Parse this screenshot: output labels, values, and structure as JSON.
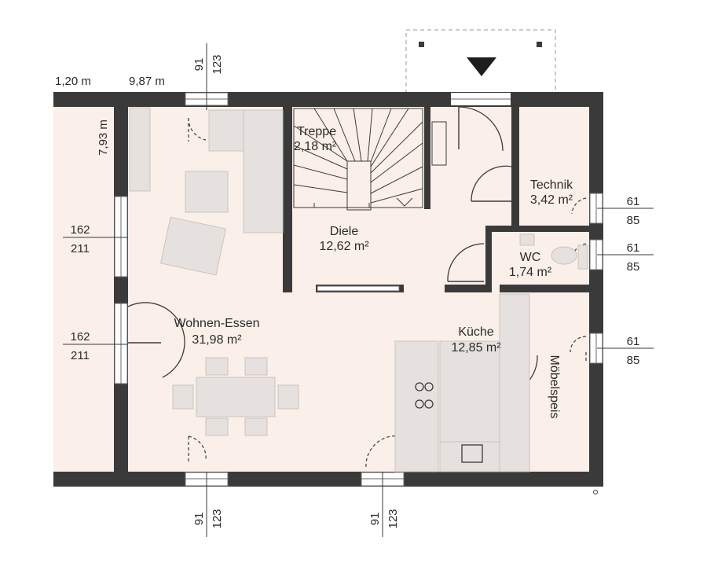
{
  "rooms": {
    "treppe": {
      "name": "Treppe",
      "area": "2,18 m²"
    },
    "diele": {
      "name": "Diele",
      "area": "12,62 m²"
    },
    "technik": {
      "name": "Technik",
      "area": "3,42 m²"
    },
    "wc": {
      "name": "WC",
      "area": "1,74 m²"
    },
    "wohnen": {
      "name": "Wohnen-Essen",
      "area": "31,98 m²"
    },
    "kueche": {
      "name": "Küche",
      "area": "12,85 m²"
    },
    "moebelspeis": {
      "name": "Möbelspeis"
    }
  },
  "dimensions": {
    "top_left_width": "1,20 m",
    "top_total_width": "9,87 m",
    "side_depth": "7,93 m",
    "top_window_a": "91",
    "top_window_b": "123",
    "left_window_1_a": "162",
    "left_window_1_b": "211",
    "left_window_2_a": "162",
    "left_window_2_b": "211",
    "right_window_1_a": "61",
    "right_window_1_b": "85",
    "right_window_2_a": "61",
    "right_window_2_b": "85",
    "right_window_3_a": "61",
    "right_window_3_b": "85",
    "bottom_window_1_a": "91",
    "bottom_window_1_b": "123",
    "bottom_window_2_a": "91",
    "bottom_window_2_b": "123"
  },
  "colors": {
    "wall": "#3b3a3b",
    "floor": "#fbf0e9",
    "furniture": "#e6e1de"
  }
}
